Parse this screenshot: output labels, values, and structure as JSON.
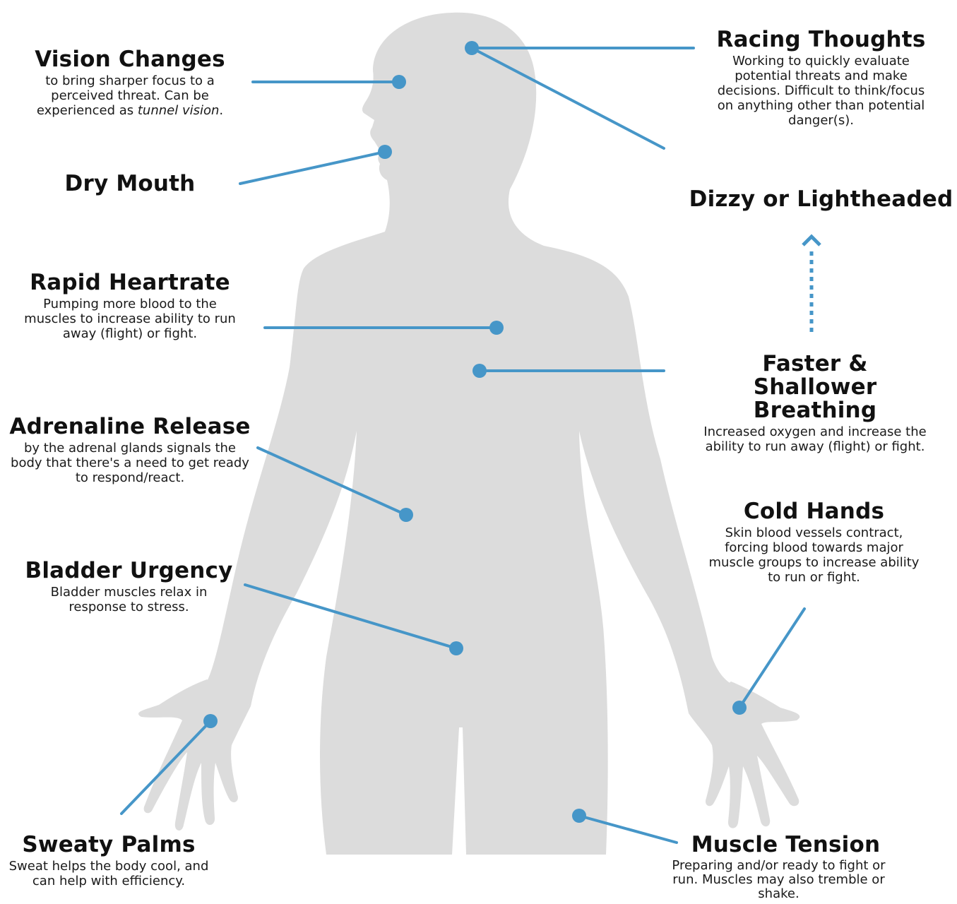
{
  "colors": {
    "body": "#dcdcdc",
    "accent": "#4696c8",
    "text": "#111111"
  },
  "labels": {
    "vision": {
      "title": "Vision Changes",
      "desc_pre": "to bring sharper focus to a perceived threat. Can be experienced as ",
      "desc_em": "tunnel vision",
      "desc_post": "."
    },
    "dry_mouth": {
      "title": "Dry Mouth"
    },
    "heart": {
      "title": "Rapid Heartrate",
      "desc": "Pumping more blood to the muscles to increase ability to run away (flight) or fight."
    },
    "adrenaline": {
      "title": "Adrenaline Release",
      "desc": "by the adrenal glands signals the body that there's a need to get ready to respond/react."
    },
    "bladder": {
      "title": "Bladder Urgency",
      "desc": "Bladder muscles relax in response to stress."
    },
    "palms": {
      "title": "Sweaty Palms",
      "desc": "Sweat helps the body cool, and can help with efficiency."
    },
    "racing": {
      "title": "Racing Thoughts",
      "desc": "Working to quickly evaluate potential threats and make decisions. Difficult to think/focus on anything other than potential danger(s)."
    },
    "dizzy": {
      "title": "Dizzy or Lightheaded"
    },
    "breathing": {
      "title": "Faster & Shallower Breathing",
      "desc": "Increased oxygen and increase the ability to run away (flight) or fight."
    },
    "cold_hands": {
      "title": "Cold Hands",
      "desc": "Skin blood vessels contract, forcing blood towards major muscle groups to increase ability to run or fight."
    },
    "muscle": {
      "title": "Muscle Tension",
      "desc": "Preparing and/or ready to fight or run. Muscles may also tremble or shake."
    }
  }
}
